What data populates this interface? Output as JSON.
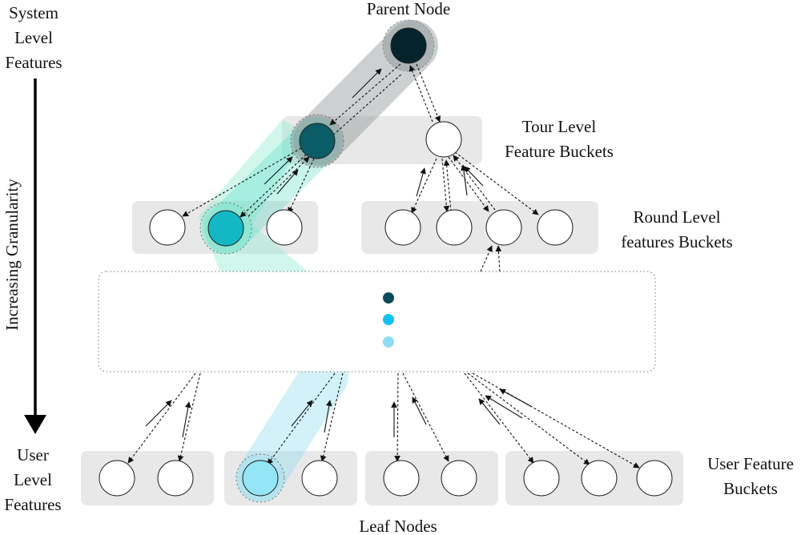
{
  "labels": {
    "parent_node": "Parent Node",
    "system_level": [
      "System",
      "Level",
      "Features"
    ],
    "user_level": [
      "User",
      "Level",
      "Features"
    ],
    "granularity": "Increasing Granularity",
    "tour_buckets": [
      "Tour Level",
      "Feature Buckets"
    ],
    "round_buckets": [
      "Round Level",
      "features Buckets"
    ],
    "user_buckets": [
      "User Feature",
      "Buckets"
    ],
    "leaf_nodes": "Leaf Nodes"
  },
  "colors": {
    "parent": "#05232a",
    "tour_highlight": "#0a5c66",
    "round_highlight": "#12b9c4",
    "leaf_highlight": "#94e6f7",
    "dot_dark": "#0b4a5a",
    "dot_mid": "#12c2ee",
    "dot_light": "#8fdcf5",
    "bucket_fill": "#e8e8e8",
    "node_fill": "#ffffff"
  },
  "icons": [
    "down-arrow-icon"
  ]
}
